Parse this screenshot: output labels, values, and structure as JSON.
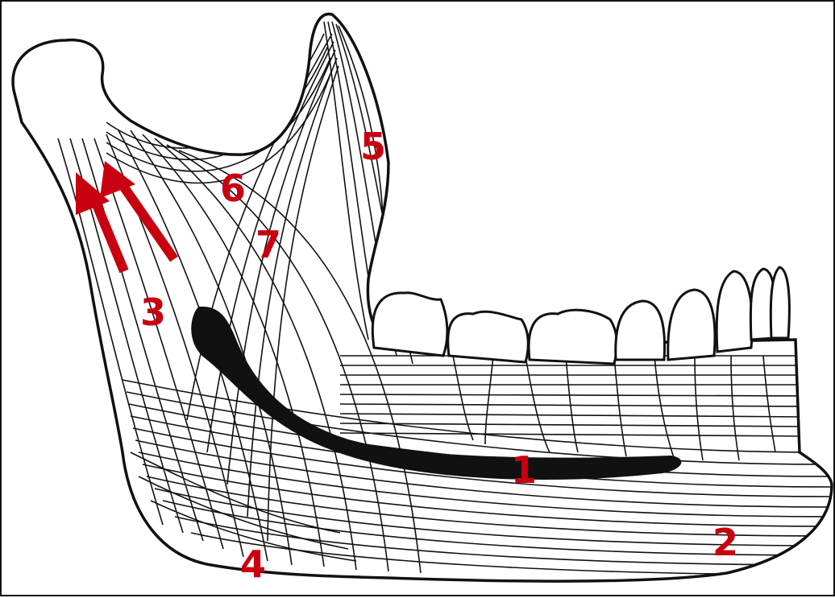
{
  "figure": {
    "subject": "mandible-trajectories",
    "labels": [
      {
        "id": "label-1",
        "text": "1"
      },
      {
        "id": "label-2",
        "text": "2"
      },
      {
        "id": "label-3",
        "text": "3"
      },
      {
        "id": "label-4",
        "text": "4"
      },
      {
        "id": "label-5",
        "text": "5"
      },
      {
        "id": "label-6",
        "text": "6"
      },
      {
        "id": "label-7",
        "text": "7"
      }
    ],
    "colors": {
      "label": "#c8000f",
      "arrow": "#c8000f",
      "ink": "#111111",
      "paper": "#ffffff"
    }
  }
}
